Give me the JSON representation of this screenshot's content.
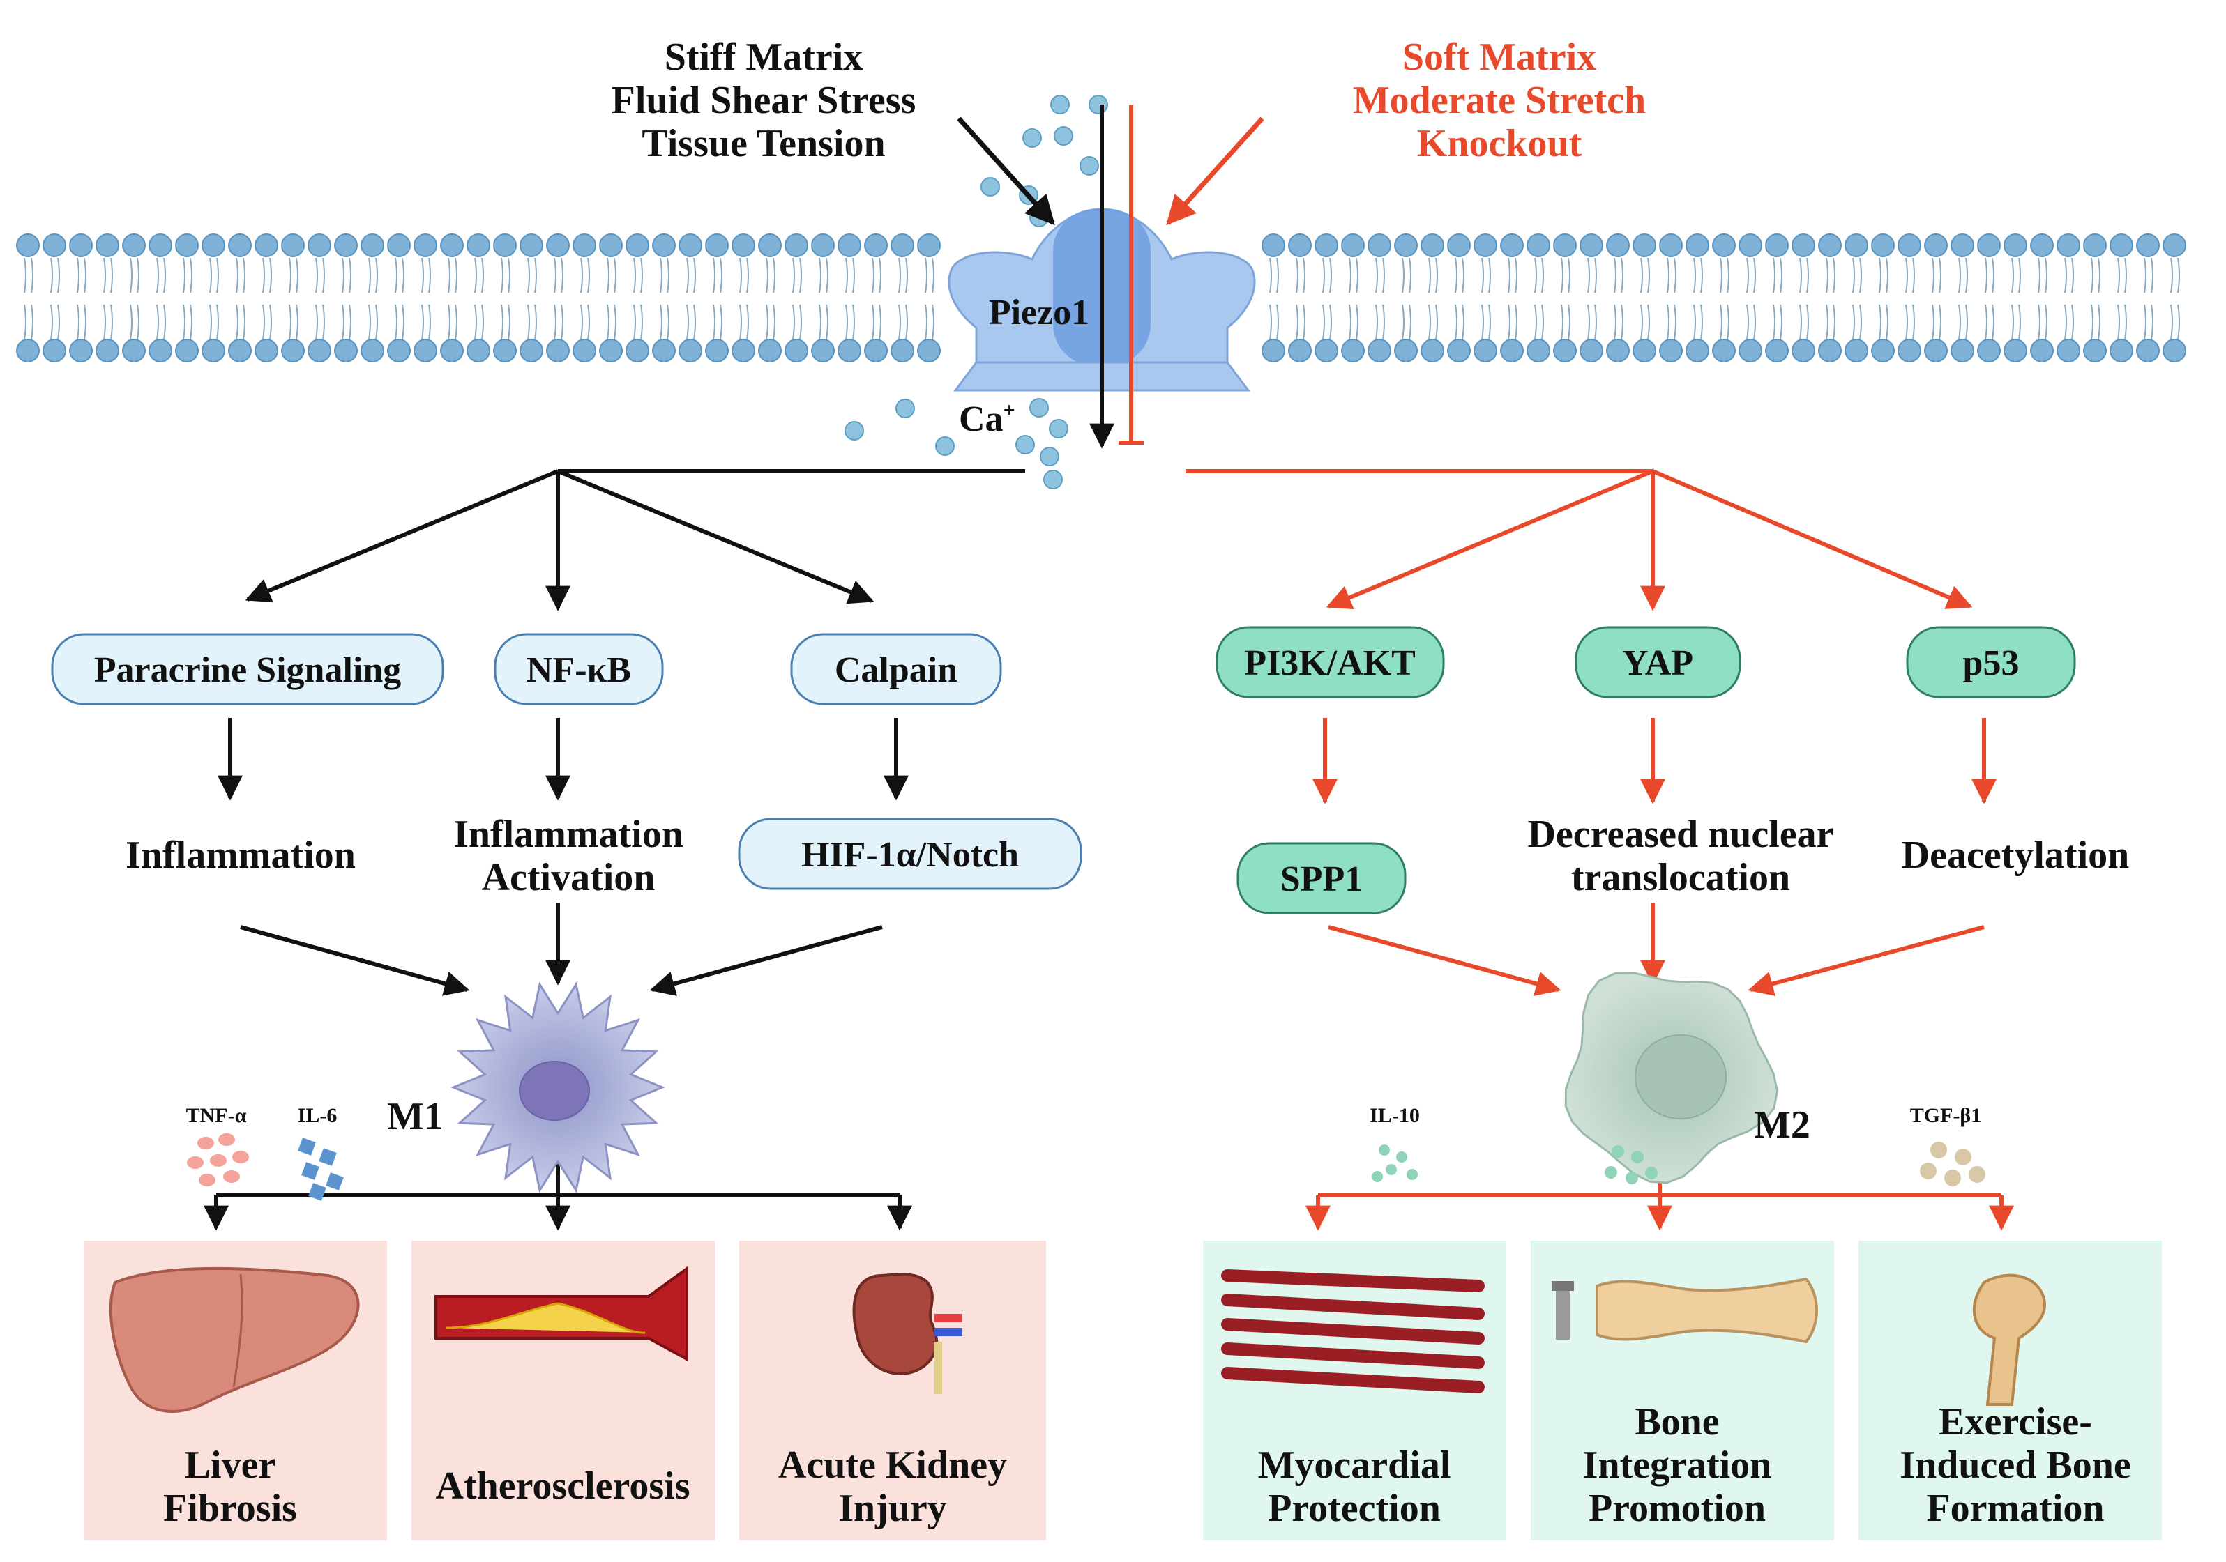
{
  "stimuli": {
    "activating": [
      "Stiff Matrix",
      "Fluid Shear Stress",
      "Tissue Tension"
    ],
    "inhibiting": [
      "Soft Matrix",
      "Moderate Stretch",
      "Knockout"
    ]
  },
  "channel": {
    "name": "Piezo1",
    "ion": "Ca",
    "ion_charge": "+"
  },
  "left_branch": {
    "pathways": [
      {
        "node": "Paracrine Signaling",
        "result": [
          "Inflammation"
        ],
        "result_boxed": false
      },
      {
        "node": "NF-κB",
        "result": [
          "Inflammation",
          "Activation"
        ],
        "result_boxed": false
      },
      {
        "node": "Calpain",
        "result": [
          "HIF-1α/Notch"
        ],
        "result_boxed": true
      }
    ],
    "macrophage": "M1",
    "cytokines": [
      "TNF-α",
      "IL-6"
    ],
    "outcomes": [
      {
        "lines": [
          "Liver",
          "Fibrosis"
        ],
        "icon": "liver-icon"
      },
      {
        "lines": [
          "Atherosclerosis"
        ],
        "icon": "artery-plaque-icon"
      },
      {
        "lines": [
          "Acute Kidney",
          "Injury"
        ],
        "icon": "kidney-icon"
      }
    ]
  },
  "right_branch": {
    "pathways": [
      {
        "node": "PI3K/AKT",
        "result": [
          "SPP1"
        ],
        "result_boxed": true
      },
      {
        "node": "YAP",
        "result": [
          "Decreased nuclear",
          "translocation"
        ],
        "result_boxed": false
      },
      {
        "node": "p53",
        "result": [
          "Deacetylation"
        ],
        "result_boxed": false
      }
    ],
    "macrophage": "M2",
    "cytokines": [
      "IL-10",
      "TGF-β1"
    ],
    "outcomes": [
      {
        "lines": [
          "Myocardial",
          "Protection"
        ],
        "icon": "muscle-fiber-icon"
      },
      {
        "lines": [
          "Bone",
          "Integration",
          "Promotion"
        ],
        "icon": "bone-implant-icon"
      },
      {
        "lines": [
          "Exercise-",
          "Induced Bone",
          "Formation"
        ],
        "icon": "femur-icon"
      }
    ]
  },
  "colors": {
    "activating": "#111111",
    "inhibiting": "#e8492a",
    "left_node_fill": "#e3f3fb",
    "left_node_stroke": "#4a7fb0",
    "right_node_fill": "#8fe0c3",
    "right_node_stroke": "#2f7f61",
    "left_panel": "#fbe1dc",
    "right_panel": "#dff7ef",
    "membrane_head": "#7fb2d6",
    "channel": "#a9c8f0",
    "channel_pore": "#6f9fe0"
  }
}
